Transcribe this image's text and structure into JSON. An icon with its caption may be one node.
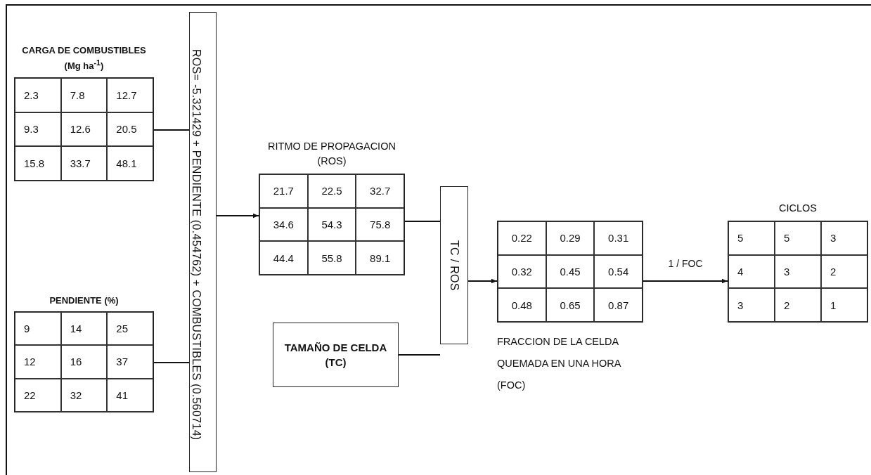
{
  "diagram": {
    "nodes": [
      {
        "text": [
          "CARGA DE COMBUSTIBLES (Mg ha$^{-1}$)",
          "2.3",
          "7.8",
          "12.7",
          "9.3",
          "12.6",
          "20.5",
          "15.8",
          "33.7",
          "48.1"
        ]
      },
      {
        "text": [
          "PENDIENTE (%)",
          "9",
          "14",
          "25",
          "12",
          "16",
          "37",
          "22",
          "32",
          "41"
        ]
      },
      {
        "text": [
          "ROS= -5.321429 + PENDIENTE (0.454762) + COMBUSTIBLES (0.560714)"
        ]
      },
      {
        "text": [
          "RITMO DE PROPAGACION (ROS)",
          "21.7",
          "22.5",
          "32.7",
          "34.6",
          "54.3",
          "75.8",
          "44.4",
          "55.8",
          "89.1"
        ]
      },
      {
        "text": [
          "TAMAÑO DE CELDA (TC)"
        ]
      },
      {
        "text": [
          "TC / ROS"
        ]
      },
      {
        "text": [
          "FRACCION DE LA CELDA QUEMADA EN UNA HORA (FOC)",
          "0.22",
          "0.29",
          "0.31",
          "0.32",
          "0.45",
          "0.54",
          "0.48",
          "0.65",
          "0.87"
        ]
      },
      {
        "text": [
          "CICLOS",
          "5",
          "5",
          "3",
          "4",
          "3",
          "2",
          "3",
          "2",
          "1"
        ]
      }
    ],
    "edges": [
      {
        "from": 0,
        "to": 2,
        "arrow": "none"
      },
      {
        "from": 1,
        "to": 2,
        "arrow": "none"
      },
      {
        "from": 2,
        "to": 3,
        "arrow": "to"
      },
      {
        "from": 3,
        "to": 5,
        "arrow": "none"
      },
      {
        "from": 4,
        "to": 5,
        "arrow": "none"
      },
      {
        "from": 5,
        "to": 6,
        "arrow": "to"
      },
      {
        "from": 6,
        "to": 7,
        "arrow": "to",
        "label": "1 / FOC"
      }
    ]
  }
}
